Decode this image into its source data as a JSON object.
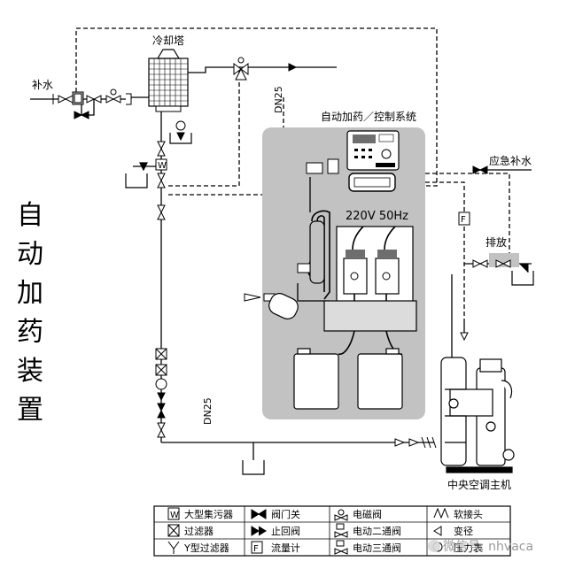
{
  "side_title": [
    "自",
    "动",
    "加",
    "药",
    "装",
    "置"
  ],
  "labels": {
    "cooling_tower": "冷却塔",
    "makeup_water": "补水",
    "dn25_top": "DN25",
    "dn25_bottom": "DN25",
    "control_system": "自动加药／控制系统",
    "voltage": "220V 50Hz",
    "emergency_makeup": "应急补水",
    "drain": "排放",
    "chiller": "中央空调主机"
  },
  "legend": [
    {
      "symbol": "W",
      "text": "大型集污器"
    },
    {
      "symbol": "bowtie",
      "text": "阀门关"
    },
    {
      "symbol": "solenoid",
      "text": "电磁阀"
    },
    {
      "symbol": "flex",
      "text": "软接头"
    },
    {
      "symbol": "x-box",
      "text": "过滤器"
    },
    {
      "symbol": "check",
      "text": "止回阀"
    },
    {
      "symbol": "motor2",
      "text": "电动二通阀"
    },
    {
      "symbol": "reducer",
      "text": "变径"
    },
    {
      "symbol": "y",
      "text": "Y型过滤器"
    },
    {
      "symbol": "F",
      "text": "流量计"
    },
    {
      "symbol": "motor3",
      "text": "电动三通阀"
    },
    {
      "symbol": "gauge",
      "text": "压力表"
    }
  ],
  "watermark": "微信号: nhvaca",
  "colors": {
    "panel": "#c2c2c2",
    "line": "#000000",
    "dashed": "#000000"
  }
}
